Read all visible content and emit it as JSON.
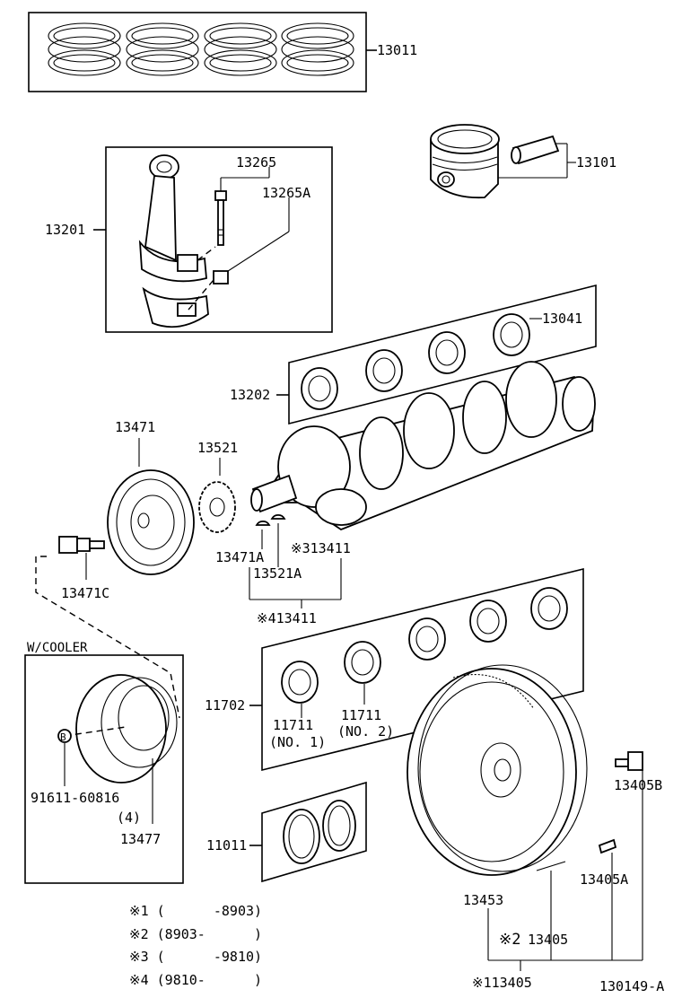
{
  "labels": {
    "l13011": "13011",
    "l13265": "13265",
    "l13265A": "13265A",
    "l13101": "13101",
    "l13201": "13201",
    "l13041": "13041",
    "l13202": "13202",
    "l13471": "13471",
    "l13521": "13521",
    "l13471C": "13471C",
    "l13471A": "13471A",
    "l313411": "※313411",
    "l13521A": "13521A",
    "l413411": "※413411",
    "wcooler": "W/COOLER",
    "l11702": "11702",
    "l11711a": "11711",
    "no1": "(NO. 1)",
    "l11711b": "11711",
    "no2": "(NO. 2)",
    "l91611": "91611-60816",
    "qty4": "(4)",
    "l13477": "13477",
    "circleB": "B",
    "l13405B": "13405B",
    "l11011": "11011",
    "l13405A": "13405A",
    "l13453": "13453",
    "l213405": "※2",
    "l213405b": "13405",
    "l113405": "※113405",
    "code": "130149-A"
  },
  "notes": [
    "※1 (      -8903)",
    "※2 (8903-      )",
    "※3 (      -9810)",
    "※4 (9810-      )"
  ]
}
